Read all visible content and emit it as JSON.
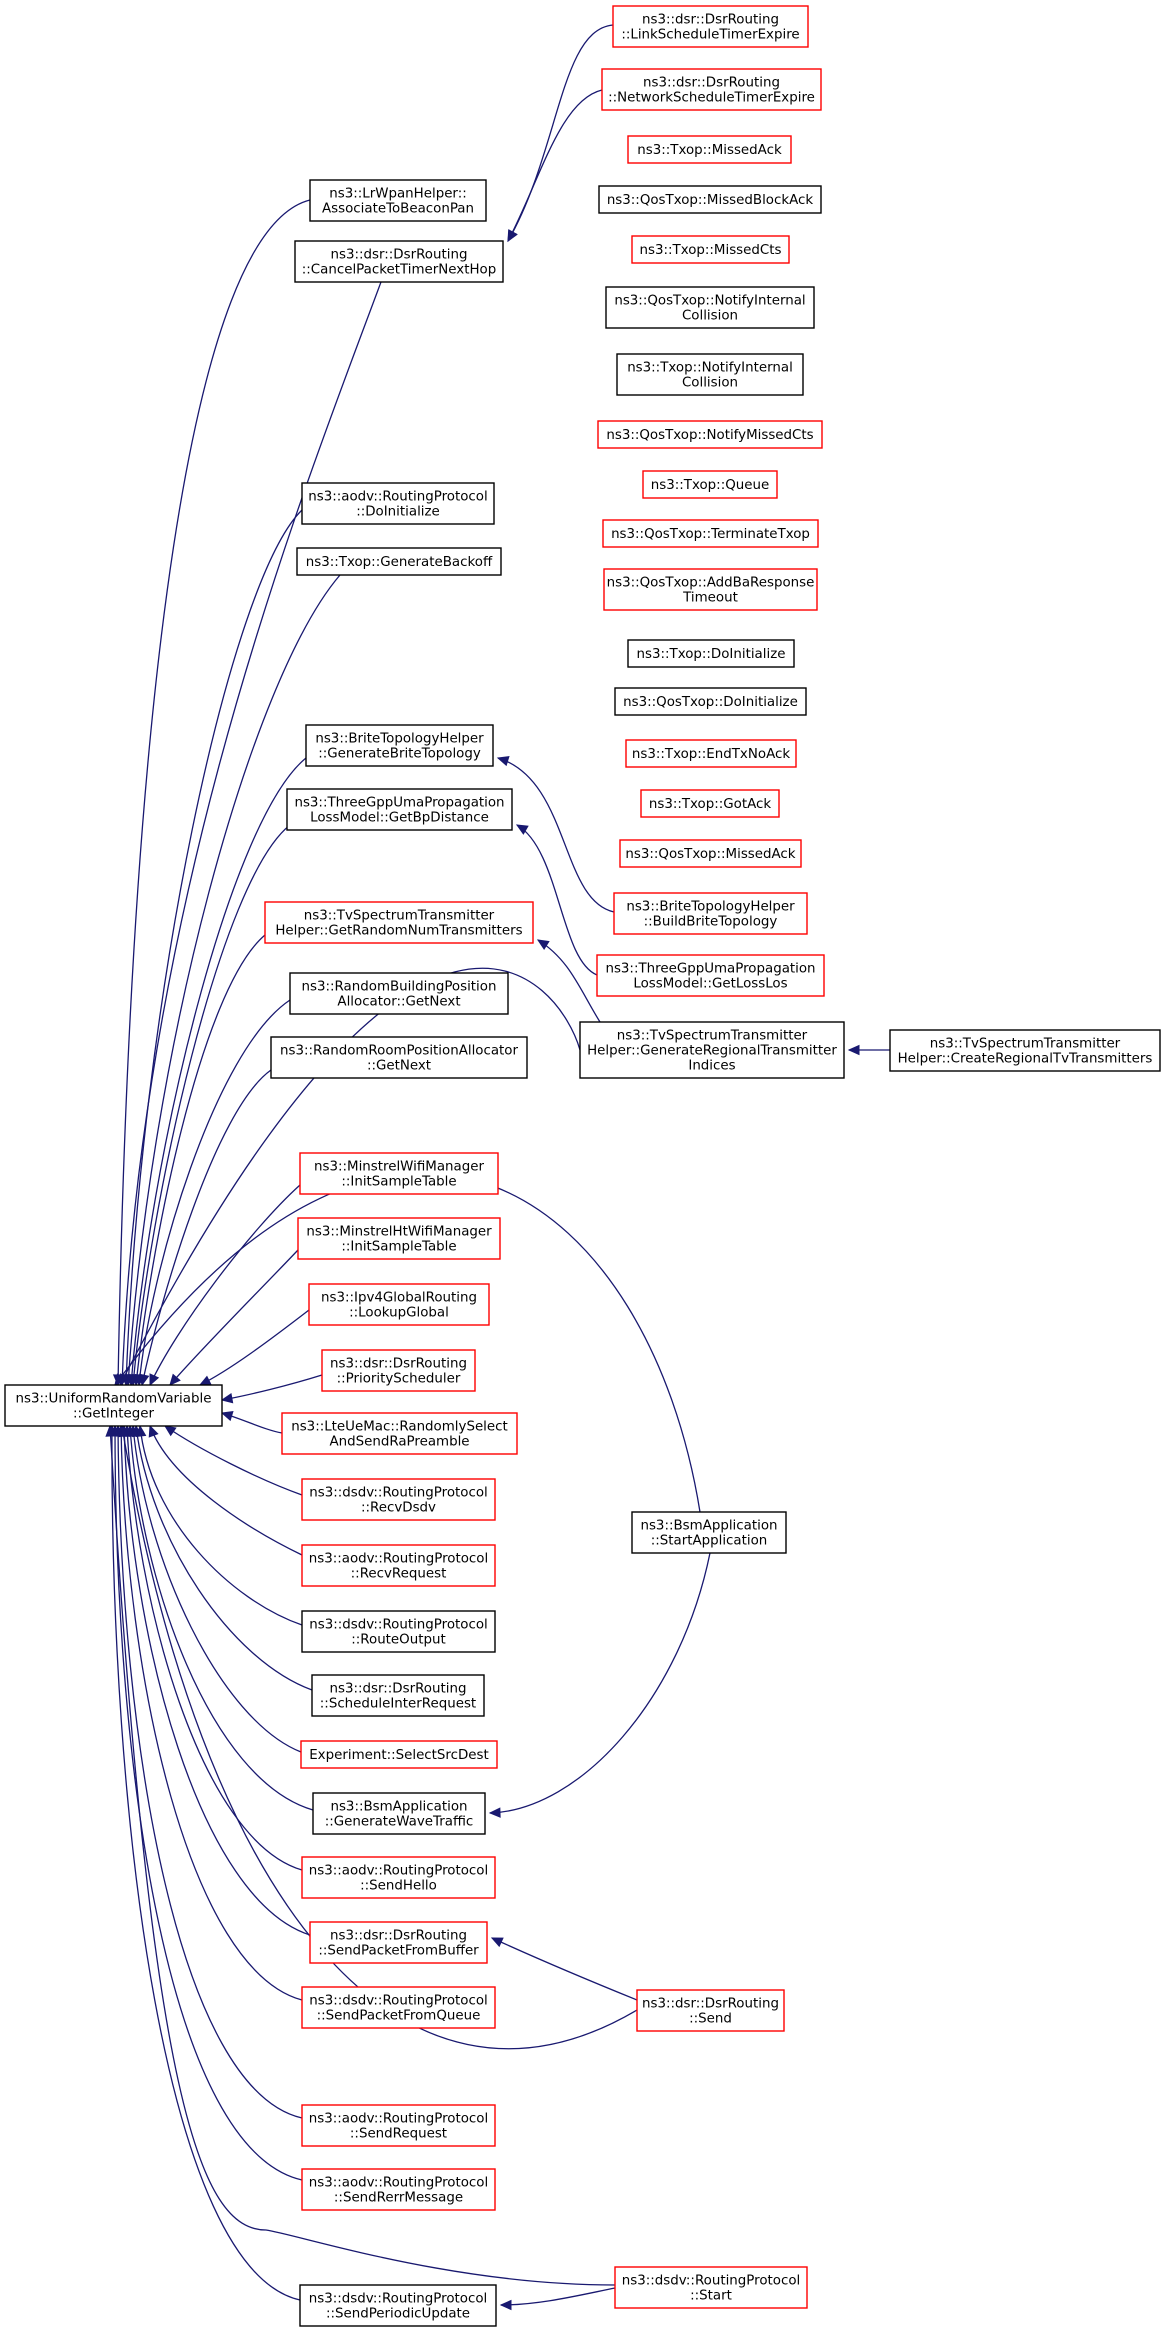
{
  "graph": {
    "colors": {
      "edge": "#191970",
      "root_fill": "#bfbfbf",
      "root_border": "#000000",
      "border_black": "#000000",
      "border_red": "#ff0000"
    },
    "nodes": [
      {
        "id": "root",
        "label": [
          "ns3::UniformRandomVariable",
          "::GetInteger"
        ],
        "border": "root"
      },
      {
        "id": "lrwpan",
        "label": [
          "ns3::LrWpanHelper::",
          "AssociateToBeaconPan"
        ],
        "border": "black"
      },
      {
        "id": "cancelpkt",
        "label": [
          "ns3::dsr::DsrRouting",
          "::CancelPacketTimerNextHop"
        ],
        "border": "black"
      },
      {
        "id": "aodv_doinit",
        "label": [
          "ns3::aodv::RoutingProtocol",
          "::DoInitialize"
        ],
        "border": "black"
      },
      {
        "id": "genbackoff",
        "label": [
          "ns3::Txop::GenerateBackoff"
        ],
        "border": "black"
      },
      {
        "id": "brite_gen",
        "label": [
          "ns3::BriteTopologyHelper",
          "::GenerateBriteTopology"
        ],
        "border": "black"
      },
      {
        "id": "uma_bp",
        "label": [
          "ns3::ThreeGppUmaPropagation",
          "LossModel::GetBpDistance"
        ],
        "border": "black"
      },
      {
        "id": "tv_random",
        "label": [
          "ns3::TvSpectrumTransmitter",
          "Helper::GetRandomNumTransmitters"
        ],
        "border": "red"
      },
      {
        "id": "rbpa_next",
        "label": [
          "ns3::RandomBuildingPosition",
          "Allocator::GetNext"
        ],
        "border": "black"
      },
      {
        "id": "rrpa_next",
        "label": [
          "ns3::RandomRoomPositionAllocator",
          "::GetNext"
        ],
        "border": "black"
      },
      {
        "id": "minstrel",
        "label": [
          "ns3::MinstrelWifiManager",
          "::InitSampleTable"
        ],
        "border": "red"
      },
      {
        "id": "minstrelht",
        "label": [
          "ns3::MinstrelHtWifiManager",
          "::InitSampleTable"
        ],
        "border": "red"
      },
      {
        "id": "ipv4global",
        "label": [
          "ns3::Ipv4GlobalRouting",
          "::LookupGlobal"
        ],
        "border": "red"
      },
      {
        "id": "dsr_prio",
        "label": [
          "ns3::dsr::DsrRouting",
          "::PriorityScheduler"
        ],
        "border": "red"
      },
      {
        "id": "ltemac",
        "label": [
          "ns3::LteUeMac::RandomlySelect",
          "AndSendRaPreamble"
        ],
        "border": "red"
      },
      {
        "id": "dsdv_recv",
        "label": [
          "ns3::dsdv::RoutingProtocol",
          "::RecvDsdv"
        ],
        "border": "red"
      },
      {
        "id": "aodv_recvreq",
        "label": [
          "ns3::aodv::RoutingProtocol",
          "::RecvRequest"
        ],
        "border": "red"
      },
      {
        "id": "dsdv_routeout",
        "label": [
          "ns3::dsdv::RoutingProtocol",
          "::RouteOutput"
        ],
        "border": "black"
      },
      {
        "id": "dsr_sched",
        "label": [
          "ns3::dsr::DsrRouting",
          "::ScheduleInterRequest"
        ],
        "border": "black"
      },
      {
        "id": "exp_select",
        "label": [
          "Experiment::SelectSrcDest"
        ],
        "border": "red"
      },
      {
        "id": "bsm_wave",
        "label": [
          "ns3::BsmApplication",
          "::GenerateWaveTraffic"
        ],
        "border": "black"
      },
      {
        "id": "aodv_hello",
        "label": [
          "ns3::aodv::RoutingProtocol",
          "::SendHello"
        ],
        "border": "red"
      },
      {
        "id": "dsr_sendbuf",
        "label": [
          "ns3::dsr::DsrRouting",
          "::SendPacketFromBuffer"
        ],
        "border": "red"
      },
      {
        "id": "dsdv_sendq",
        "label": [
          "ns3::dsdv::RoutingProtocol",
          "::SendPacketFromQueue"
        ],
        "border": "red"
      },
      {
        "id": "aodv_sendreq",
        "label": [
          "ns3::aodv::RoutingProtocol",
          "::SendRequest"
        ],
        "border": "red"
      },
      {
        "id": "aodv_rerr",
        "label": [
          "ns3::aodv::RoutingProtocol",
          "::SendRerrMessage"
        ],
        "border": "red"
      },
      {
        "id": "dsdv_periodic",
        "label": [
          "ns3::dsdv::RoutingProtocol",
          "::SendPeriodicUpdate"
        ],
        "border": "black"
      },
      {
        "id": "dsr_link",
        "label": [
          "ns3::dsr::DsrRouting",
          "::LinkScheduleTimerExpire"
        ],
        "border": "red"
      },
      {
        "id": "dsr_net",
        "label": [
          "ns3::dsr::DsrRouting",
          "::NetworkScheduleTimerExpire"
        ],
        "border": "red"
      },
      {
        "id": "txop_missedack",
        "label": [
          "ns3::Txop::MissedAck"
        ],
        "border": "red"
      },
      {
        "id": "qos_missedblock",
        "label": [
          "ns3::QosTxop::MissedBlockAck"
        ],
        "border": "black"
      },
      {
        "id": "txop_missedcts",
        "label": [
          "ns3::Txop::MissedCts"
        ],
        "border": "red"
      },
      {
        "id": "qos_notifyint",
        "label": [
          "ns3::QosTxop::NotifyInternal",
          "Collision"
        ],
        "border": "black"
      },
      {
        "id": "txop_notifyint",
        "label": [
          "ns3::Txop::NotifyInternal",
          "Collision"
        ],
        "border": "black"
      },
      {
        "id": "qos_notifycts",
        "label": [
          "ns3::QosTxop::NotifyMissedCts"
        ],
        "border": "red"
      },
      {
        "id": "txop_queue",
        "label": [
          "ns3::Txop::Queue"
        ],
        "border": "red"
      },
      {
        "id": "qos_terminate",
        "label": [
          "ns3::QosTxop::TerminateTxop"
        ],
        "border": "red"
      },
      {
        "id": "qos_addba",
        "label": [
          "ns3::QosTxop::AddBaResponse",
          "Timeout"
        ],
        "border": "red"
      },
      {
        "id": "txop_doinit",
        "label": [
          "ns3::Txop::DoInitialize"
        ],
        "border": "black"
      },
      {
        "id": "qos_doinit",
        "label": [
          "ns3::QosTxop::DoInitialize"
        ],
        "border": "black"
      },
      {
        "id": "txop_endtx",
        "label": [
          "ns3::Txop::EndTxNoAck"
        ],
        "border": "red"
      },
      {
        "id": "txop_gotack",
        "label": [
          "ns3::Txop::GotAck"
        ],
        "border": "red"
      },
      {
        "id": "qos_missedack",
        "label": [
          "ns3::QosTxop::MissedAck"
        ],
        "border": "red"
      },
      {
        "id": "brite_build",
        "label": [
          "ns3::BriteTopologyHelper",
          "::BuildBriteTopology"
        ],
        "border": "red"
      },
      {
        "id": "uma_los",
        "label": [
          "ns3::ThreeGppUmaPropagation",
          "LossModel::GetLossLos"
        ],
        "border": "red"
      },
      {
        "id": "tv_genreg",
        "label": [
          "ns3::TvSpectrumTransmitter",
          "Helper::GenerateRegionalTransmitter",
          "Indices"
        ],
        "border": "black"
      },
      {
        "id": "bsm_start",
        "label": [
          "ns3::BsmApplication",
          "::StartApplication"
        ],
        "border": "black"
      },
      {
        "id": "dsr_send",
        "label": [
          "ns3::dsr::DsrRouting",
          "::Send"
        ],
        "border": "red"
      },
      {
        "id": "dsdv_start",
        "label": [
          "ns3::dsdv::RoutingProtocol",
          "::Start"
        ],
        "border": "red"
      },
      {
        "id": "tv_create",
        "label": [
          "ns3::TvSpectrumTransmitter",
          "Helper::CreateRegionalTvTransmitters"
        ],
        "border": "black"
      }
    ],
    "edges": [
      {
        "from": "lrwpan",
        "to": "root"
      },
      {
        "from": "cancelpkt",
        "to": "root"
      },
      {
        "from": "aodv_doinit",
        "to": "root"
      },
      {
        "from": "genbackoff",
        "to": "root"
      },
      {
        "from": "brite_gen",
        "to": "root"
      },
      {
        "from": "uma_bp",
        "to": "root"
      },
      {
        "from": "tv_random",
        "to": "root"
      },
      {
        "from": "rbpa_next",
        "to": "root"
      },
      {
        "from": "rrpa_next",
        "to": "root"
      },
      {
        "from": "minstrel",
        "to": "root"
      },
      {
        "from": "minstrelht",
        "to": "root"
      },
      {
        "from": "ipv4global",
        "to": "root"
      },
      {
        "from": "dsr_prio",
        "to": "root"
      },
      {
        "from": "ltemac",
        "to": "root"
      },
      {
        "from": "dsdv_recv",
        "to": "root"
      },
      {
        "from": "aodv_recvreq",
        "to": "root"
      },
      {
        "from": "dsdv_routeout",
        "to": "root"
      },
      {
        "from": "dsr_sched",
        "to": "root"
      },
      {
        "from": "exp_select",
        "to": "root"
      },
      {
        "from": "bsm_wave",
        "to": "root"
      },
      {
        "from": "aodv_hello",
        "to": "root"
      },
      {
        "from": "dsr_sendbuf",
        "to": "root"
      },
      {
        "from": "dsdv_sendq",
        "to": "root"
      },
      {
        "from": "aodv_sendreq",
        "to": "root"
      },
      {
        "from": "aodv_rerr",
        "to": "root"
      },
      {
        "from": "dsdv_periodic",
        "to": "root"
      },
      {
        "from": "tv_genreg",
        "to": "root"
      },
      {
        "from": "bsm_start",
        "to": "root"
      },
      {
        "from": "dsr_send",
        "to": "root"
      },
      {
        "from": "dsdv_start",
        "to": "root"
      },
      {
        "from": "dsr_link",
        "to": "cancelpkt"
      },
      {
        "from": "dsr_net",
        "to": "cancelpkt"
      },
      {
        "from": "txop_missedack",
        "to": "genbackoff"
      },
      {
        "from": "qos_missedblock",
        "to": "genbackoff"
      },
      {
        "from": "txop_missedcts",
        "to": "genbackoff"
      },
      {
        "from": "qos_notifyint",
        "to": "genbackoff"
      },
      {
        "from": "txop_notifyint",
        "to": "genbackoff"
      },
      {
        "from": "qos_notifycts",
        "to": "genbackoff"
      },
      {
        "from": "txop_queue",
        "to": "genbackoff"
      },
      {
        "from": "qos_terminate",
        "to": "genbackoff"
      },
      {
        "from": "qos_addba",
        "to": "genbackoff"
      },
      {
        "from": "txop_doinit",
        "to": "genbackoff"
      },
      {
        "from": "qos_doinit",
        "to": "genbackoff"
      },
      {
        "from": "txop_endtx",
        "to": "genbackoff"
      },
      {
        "from": "txop_gotack",
        "to": "genbackoff"
      },
      {
        "from": "qos_missedack",
        "to": "genbackoff"
      },
      {
        "from": "brite_build",
        "to": "brite_gen"
      },
      {
        "from": "uma_los",
        "to": "uma_bp"
      },
      {
        "from": "tv_genreg",
        "to": "tv_random"
      },
      {
        "from": "tv_create",
        "to": "tv_genreg"
      },
      {
        "from": "bsm_start",
        "to": "bsm_wave"
      },
      {
        "from": "dsr_send",
        "to": "dsr_sendbuf"
      },
      {
        "from": "dsdv_start",
        "to": "dsdv_periodic"
      }
    ]
  }
}
